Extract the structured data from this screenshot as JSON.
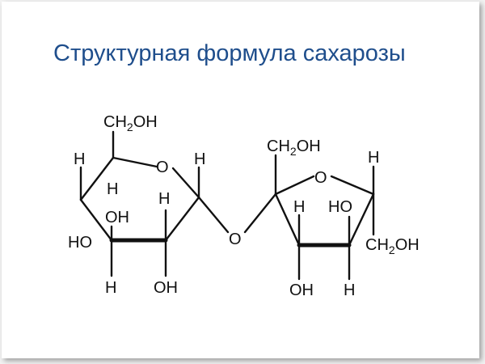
{
  "slide": {
    "title": "Структурная формула сахарозы"
  },
  "molecule": {
    "glucose": {
      "ch2oh": "CH2OH",
      "ring_o": "O",
      "h_upper_left": "H",
      "h_inner_left": "H",
      "h_upper_right": "H",
      "h_inner_right": "H",
      "oh_inner": "OH",
      "oh_left": "HO",
      "h_bottom_left": "H",
      "oh_bottom": "OH"
    },
    "bridge_o": "O",
    "fructose": {
      "ch2oh_top": "CH2OH",
      "ring_o": "O",
      "h_top_right": "H",
      "h_inner": "H",
      "ho_inner": "HO",
      "ch2oh_right": "CH2OH",
      "oh_bottom": "OH",
      "h_bottom": "H"
    }
  }
}
